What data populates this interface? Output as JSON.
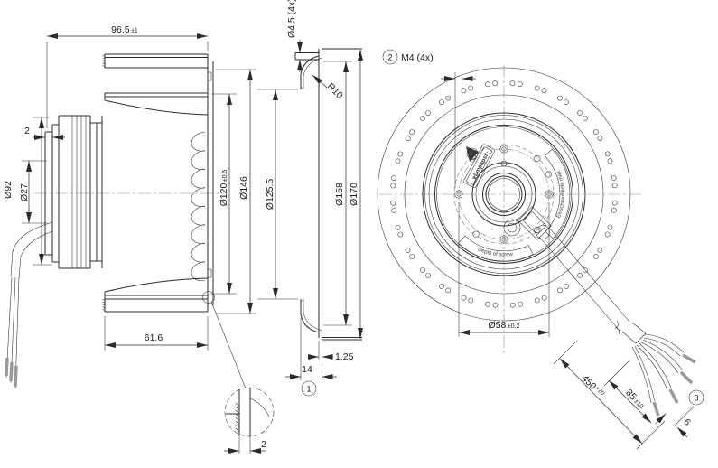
{
  "colors": {
    "background": "#ffffff",
    "line": "#2b2b2b",
    "dim_text": "#1a1a1a",
    "wire_tip": "#999999"
  },
  "side_view": {
    "overall_depth": {
      "value": "96.5",
      "tol": "±1"
    },
    "rear_step": "2",
    "motor_diameter": "Ø92",
    "hub_diameter": "Ø27",
    "inlet_diameter": {
      "value": "Ø120",
      "tol": "±0.5"
    },
    "impeller_diameter": "Ø146",
    "impeller_width": "61.6",
    "detail_gap": "2"
  },
  "flange_section": {
    "hole_diameter": "Ø4.5 (4x)",
    "corner_radius": "R10",
    "inlet_ring_diameter": "Ø125.5",
    "bolt_circle_diameter": "Ø158",
    "outer_diameter": "Ø170",
    "sheet_thickness": "1.25",
    "flange_depth": "14",
    "balloon": "1"
  },
  "front_view": {
    "balloon": "2",
    "thread_callout": "M4 (4x)",
    "mount_hole_circle": {
      "value": "Ø58",
      "tol": "±0.2"
    },
    "labels": {
      "brand": "ebmpapst",
      "screw_depth_de": "Einschraubtiefe max.",
      "screw_depth_en": "Depth of screw"
    }
  },
  "cable": {
    "length": {
      "value": "450",
      "tol": "+20"
    },
    "strip_length": {
      "value": "85",
      "tol": "±10"
    },
    "tip_length": "6",
    "balloon": "3"
  }
}
